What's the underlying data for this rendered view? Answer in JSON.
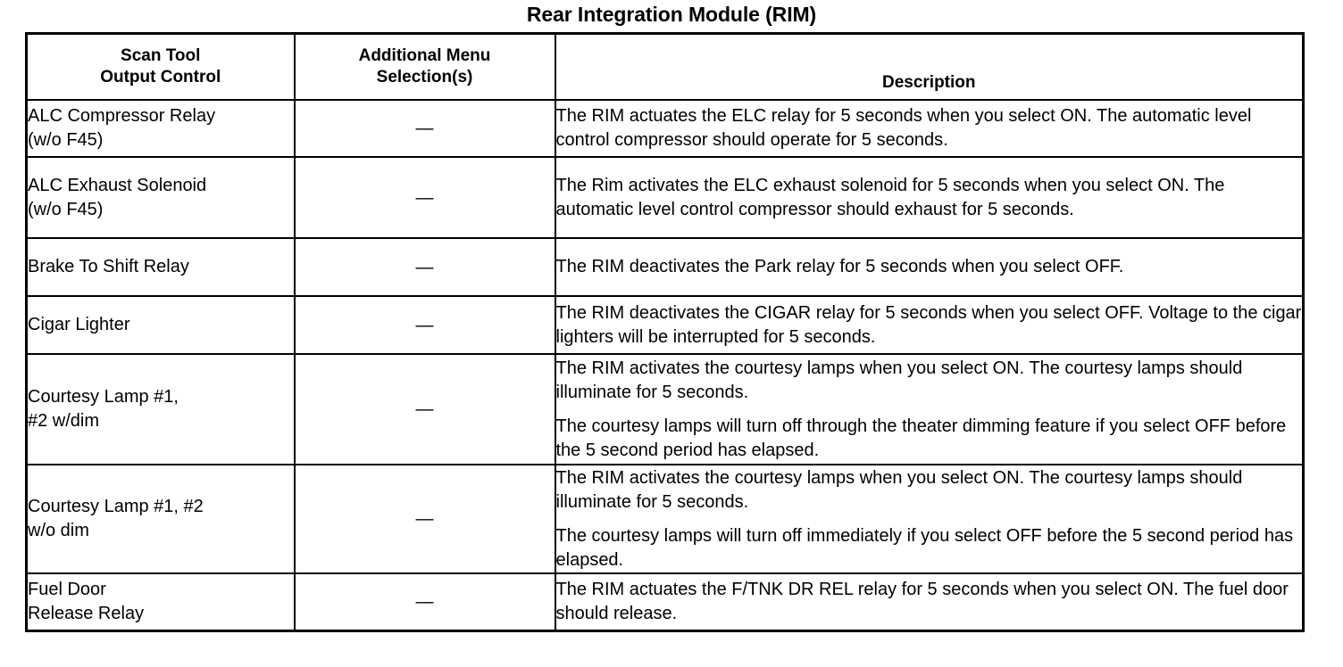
{
  "document": {
    "title": "Rear Integration Module (RIM)"
  },
  "table": {
    "columns": [
      {
        "key": "control",
        "header_line1": "Scan Tool",
        "header_line2": "Output Control"
      },
      {
        "key": "menu",
        "header_line1": "Additional Menu",
        "header_line2": "Selection(s)"
      },
      {
        "key": "description",
        "header_line1": "Description",
        "header_line2": ""
      }
    ],
    "dash_symbol": "—",
    "rows": [
      {
        "control_line1": "ALC Compressor Relay",
        "control_line2": "(w/o F45)",
        "menu": "—",
        "description_paragraphs": [
          "The RIM actuates the ELC relay for 5 seconds when you select ON. The automatic level control compressor should operate for 5 seconds."
        ]
      },
      {
        "control_line1": "ALC Exhaust Solenoid",
        "control_line2": "(w/o F45)",
        "menu": "—",
        "description_paragraphs": [
          "The Rim activates the ELC exhaust solenoid for 5 seconds when you select ON. The automatic level control compressor should exhaust for 5 seconds."
        ]
      },
      {
        "control_line1": "Brake To Shift Relay",
        "control_line2": "",
        "menu": "—",
        "description_paragraphs": [
          "The RIM deactivates the Park relay for 5 seconds when you select OFF."
        ]
      },
      {
        "control_line1": "Cigar Lighter",
        "control_line2": "",
        "menu": "—",
        "description_paragraphs": [
          "The RIM deactivates the CIGAR relay for 5 seconds when you select OFF. Voltage to the cigar lighters will be interrupted for 5 seconds."
        ]
      },
      {
        "control_line1": "Courtesy Lamp #1,",
        "control_line2": "#2 w/dim",
        "menu": "—",
        "description_paragraphs": [
          "The RIM activates the courtesy lamps when you select ON. The courtesy lamps should illuminate for 5 seconds.",
          "The courtesy lamps will turn off through the theater dimming feature if you select OFF before the 5 second period has elapsed."
        ]
      },
      {
        "control_line1": "Courtesy Lamp #1, #2",
        "control_line2": "w/o dim",
        "menu": "—",
        "description_paragraphs": [
          "The RIM activates the courtesy lamps when you select ON. The courtesy lamps should illuminate for 5 seconds.",
          "The courtesy lamps will turn off immediately if you select OFF before the 5 second period has elapsed."
        ]
      },
      {
        "control_line1": "Fuel Door",
        "control_line2": "Release Relay",
        "menu": "—",
        "description_paragraphs": [
          "The RIM actuates the F/TNK DR REL relay for 5 seconds when you select ON. The fuel door should release."
        ]
      }
    ]
  }
}
